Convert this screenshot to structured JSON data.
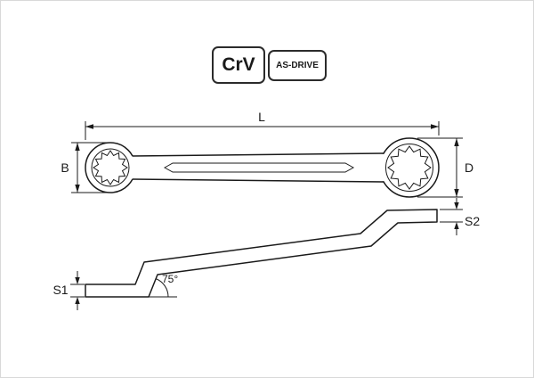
{
  "badges": {
    "material": "CrV",
    "drive": "AS-DRIVE"
  },
  "dimensions": {
    "length_label": "L",
    "left_ring_label": "B",
    "right_ring_label": "D",
    "left_thickness_label": "S1",
    "right_thickness_label": "S2",
    "bend_angle_label": "75°"
  },
  "colors": {
    "line": "#1a1a1a",
    "background": "#ffffff"
  }
}
